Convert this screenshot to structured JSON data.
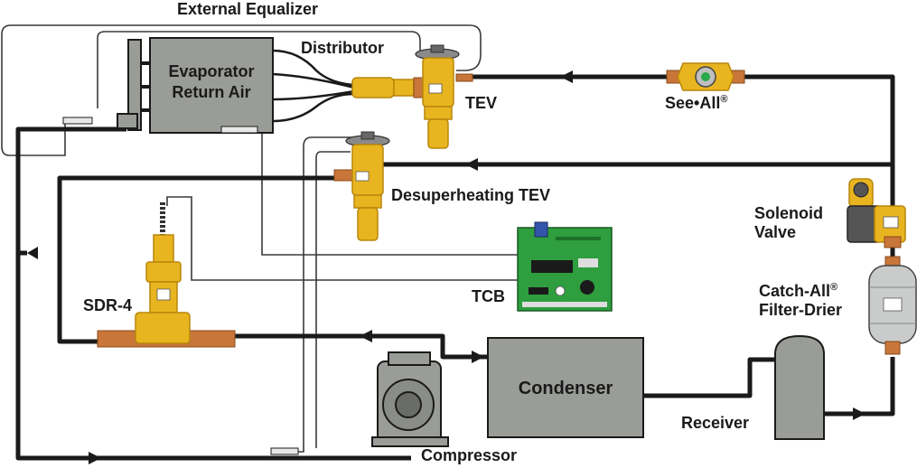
{
  "labels": {
    "external_equalizer": "External Equalizer",
    "distributor": "Distributor",
    "evaporator_line1": "Evaporator",
    "evaporator_line2": "Return Air",
    "tev": "TEV",
    "see_all": "See•All",
    "see_all_mark": "®",
    "desuperheating_tev": "Desuperheating TEV",
    "solenoid_line1": "Solenoid",
    "solenoid_line2": "Valve",
    "sdr4": "SDR-4",
    "tcb": "TCB",
    "catch_all": "Catch-All",
    "catch_all_mark": "®",
    "filter_drier": "Filter-Drier",
    "condenser": "Condenser",
    "receiver": "Receiver",
    "compressor": "Compressor"
  },
  "colors": {
    "pipe": "#1a1a1a",
    "thin_line": "#3a3a3a",
    "equipment_gray": "#9a9c98",
    "equipment_border": "#1a1a1a",
    "brass": "#e8b520",
    "brass_dark": "#b8860b",
    "copper": "#c8763a",
    "circuit_board": "#2e9e3e",
    "background": "#ffffff"
  }
}
